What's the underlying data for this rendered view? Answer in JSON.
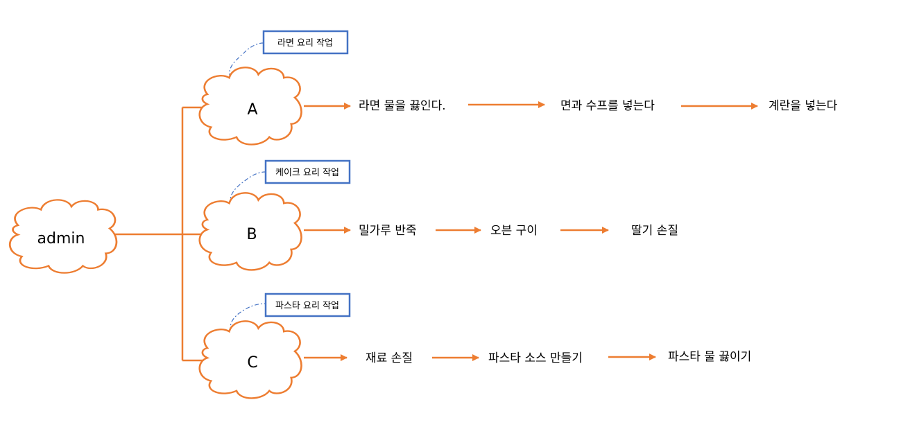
{
  "root": {
    "label": "admin"
  },
  "branches": [
    {
      "label": "A",
      "callout": "라면 요리 작업",
      "steps": [
        "라면 물을 끓인다.",
        "면과 수프를 넣는다",
        "계란을 넣는다"
      ]
    },
    {
      "label": "B",
      "callout": "케이크 요리 작업",
      "steps": [
        "밀가루 반죽",
        "오븐 구이",
        "딸기 손질"
      ]
    },
    {
      "label": "C",
      "callout": "파스타 요리 작업",
      "steps": [
        "재료 손질",
        "파스타 소스 만들기",
        "파스타 물 끓이기"
      ]
    }
  ],
  "colors": {
    "accent": "#ED7D31",
    "callout_border": "#4472C4",
    "callout_leader": "#4472C4"
  }
}
